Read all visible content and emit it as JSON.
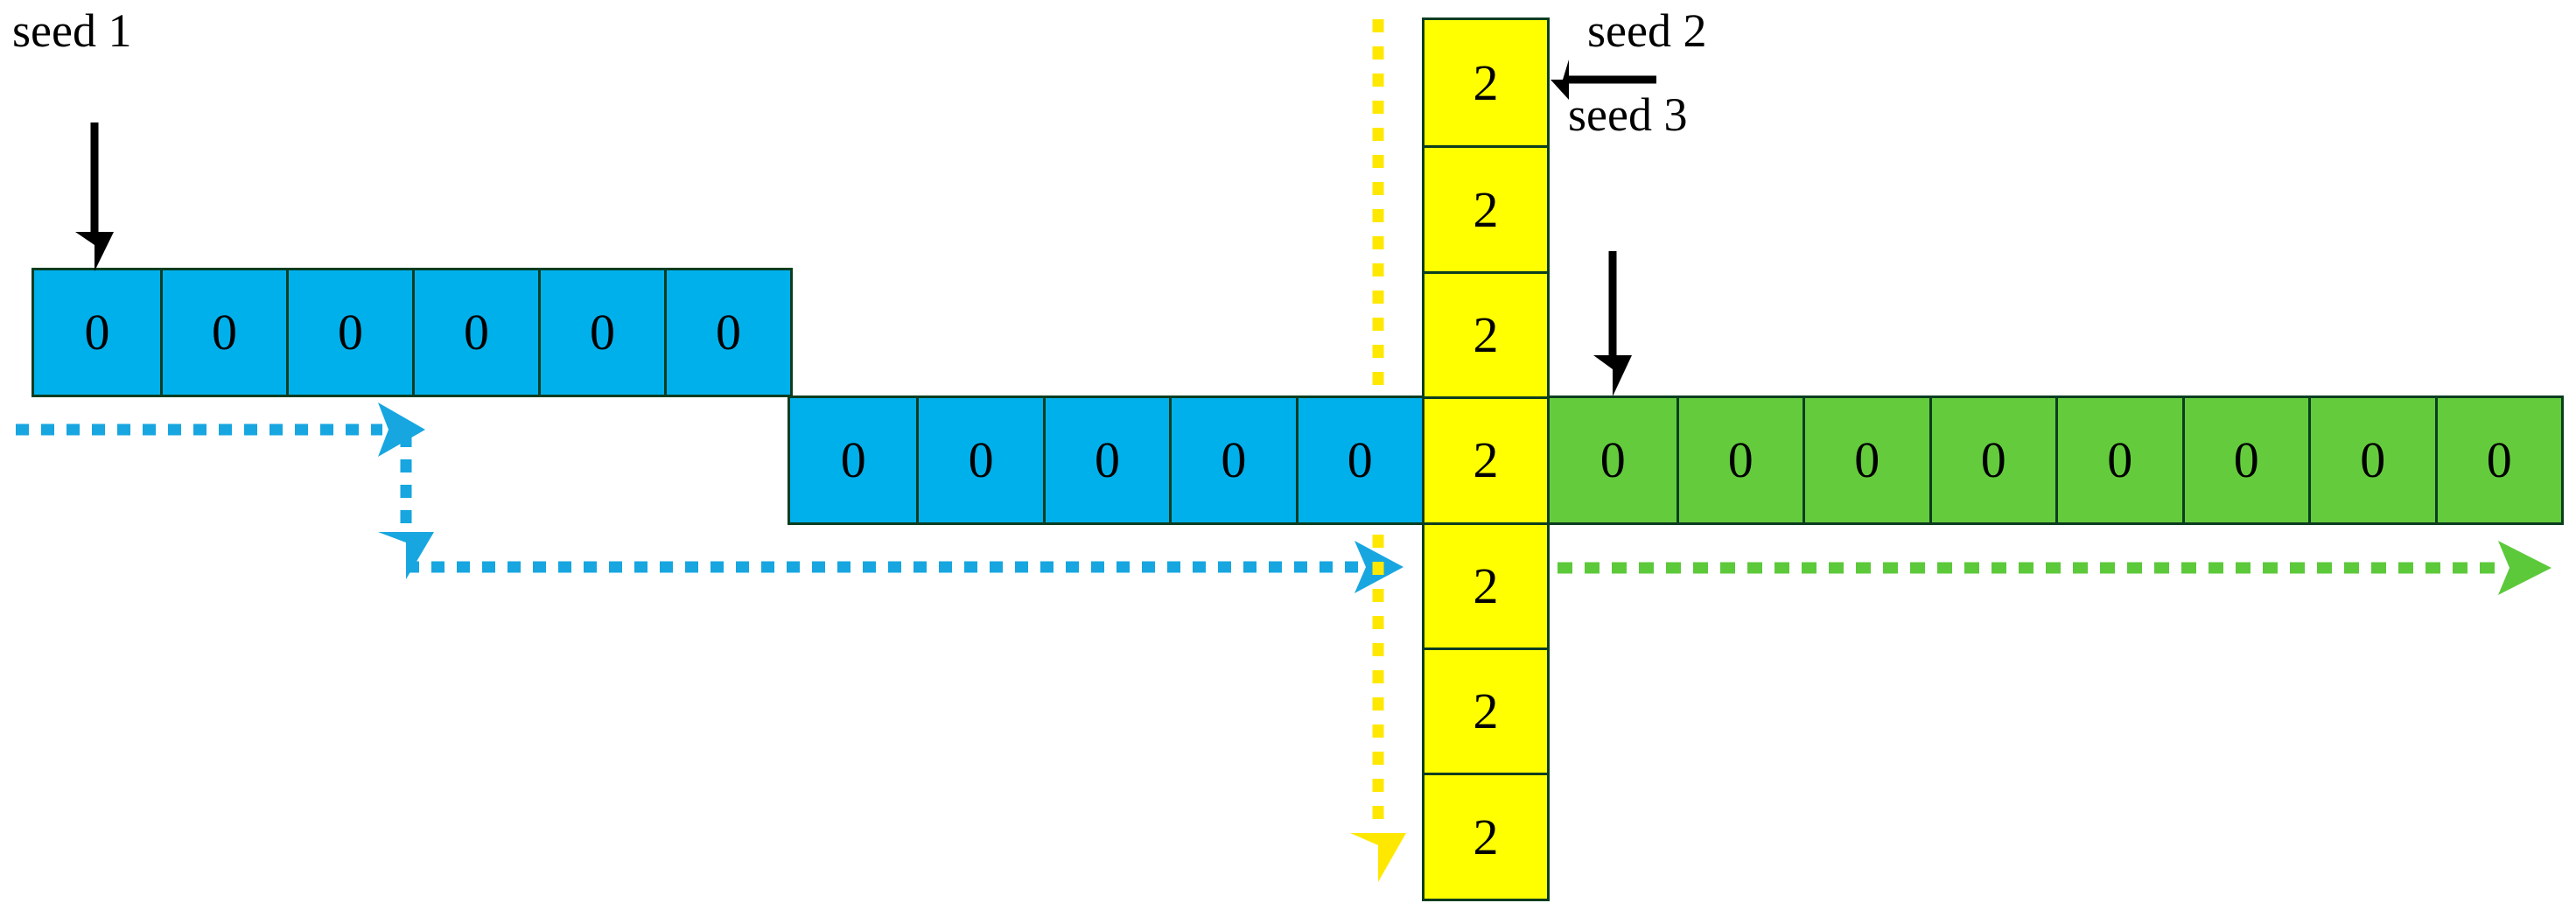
{
  "diagram": {
    "title": "seeded-region-growing-strips",
    "background": "#ffffff",
    "colors": {
      "blue_fill": "#00b0eb",
      "blue_arrow": "#17a6e0",
      "yellow_fill": "#ffff00",
      "yellow_arrow": "#ffe800",
      "green_fill": "#64cc3c",
      "green_arrow": "#5cc93a",
      "cell_border": "#0b3d20",
      "black": "#000000"
    }
  },
  "labels": {
    "seed1": "seed 1",
    "seed2": "seed 2",
    "seed3": "seed 3"
  },
  "strips": {
    "blue_row_top": {
      "name": "blue-strip-1",
      "fill": "#00b0eb",
      "values": [
        "0",
        "0",
        "0",
        "0",
        "0",
        "0"
      ]
    },
    "blue_row_bottom": {
      "name": "blue-strip-2",
      "fill": "#00b0eb",
      "values": [
        "0",
        "0",
        "0",
        "0",
        "0"
      ]
    },
    "yellow_column": {
      "name": "yellow-strip",
      "fill": "#ffff00",
      "values": [
        "2",
        "2",
        "2",
        "2",
        "2",
        "2",
        "2"
      ]
    },
    "green_row": {
      "name": "green-strip",
      "fill": "#64cc3c",
      "values": [
        "0",
        "0",
        "0",
        "0",
        "0",
        "0",
        "0",
        "0"
      ]
    }
  },
  "arrows": {
    "seed1_pointer": {
      "name": "seed1-arrow",
      "color": "#000000",
      "direction": "down"
    },
    "seed2_pointer": {
      "name": "seed2-arrow",
      "color": "#000000",
      "direction": "left"
    },
    "seed3_pointer": {
      "name": "seed3-arrow",
      "color": "#000000",
      "direction": "down"
    },
    "blue_flow_1": {
      "name": "blue-flow-arrow-1",
      "color": "#17a6e0",
      "style": "dotted",
      "direction": "right"
    },
    "blue_flow_drop": {
      "name": "blue-flow-arrow-drop",
      "color": "#17a6e0",
      "style": "dotted",
      "direction": "down"
    },
    "blue_flow_2": {
      "name": "blue-flow-arrow-2",
      "color": "#17a6e0",
      "style": "dotted",
      "direction": "right"
    },
    "yellow_flow": {
      "name": "yellow-flow-arrow",
      "color": "#ffe800",
      "style": "dotted",
      "direction": "down"
    },
    "green_flow": {
      "name": "green-flow-arrow",
      "color": "#5cc93a",
      "style": "dotted",
      "direction": "right"
    }
  }
}
